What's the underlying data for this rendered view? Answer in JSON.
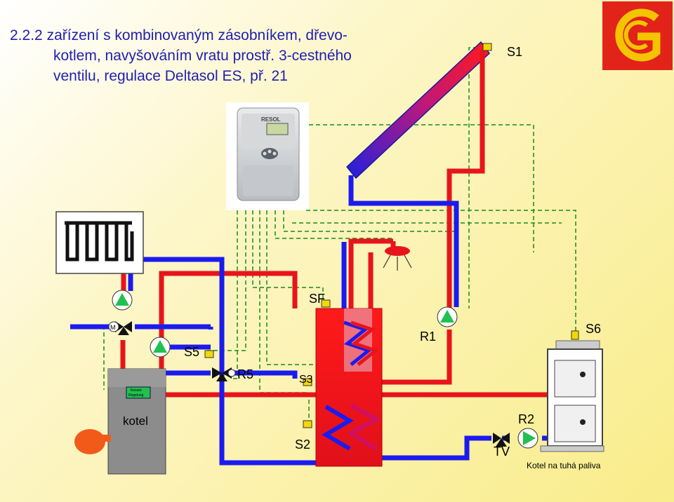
{
  "title": {
    "number": "2.2.2",
    "line1": "zařízení s kombinovaným zásobníkem, dřevo-",
    "line2": "kotlem, navyšováním vratu prostř. 3-cestného",
    "line3": "ventilu, regulace Deltasol ES, př. 21"
  },
  "controller": {
    "brand": "RESOL"
  },
  "labels": {
    "s1": "S1",
    "sf": "SF",
    "s5": "S5",
    "r5": "R5",
    "s3": "S3",
    "r1": "R1",
    "s6": "S6",
    "s2": "S2",
    "r2": "R2",
    "tv": "TV",
    "motor": "M",
    "kotel": "kotel",
    "kessel_line1": "Kessel-",
    "kessel_line2": "Regelung",
    "kotel_tuha": "Kotel na tuhá paliva"
  },
  "colors": {
    "hot": "#e8141b",
    "cold": "#1b1bef",
    "sensor_line": "#1a8a1a",
    "pump_green": "#22c050",
    "tank": "#e8141b",
    "logo_red": "#e2231a",
    "logo_yellow": "#f5c400"
  },
  "icons": [
    "logo-g-icon",
    "controller-device-icon",
    "solar-collector-icon",
    "radiator-icon",
    "shower-icon",
    "pump-icon",
    "three-way-valve-icon",
    "boiler-icon",
    "burner-icon"
  ]
}
